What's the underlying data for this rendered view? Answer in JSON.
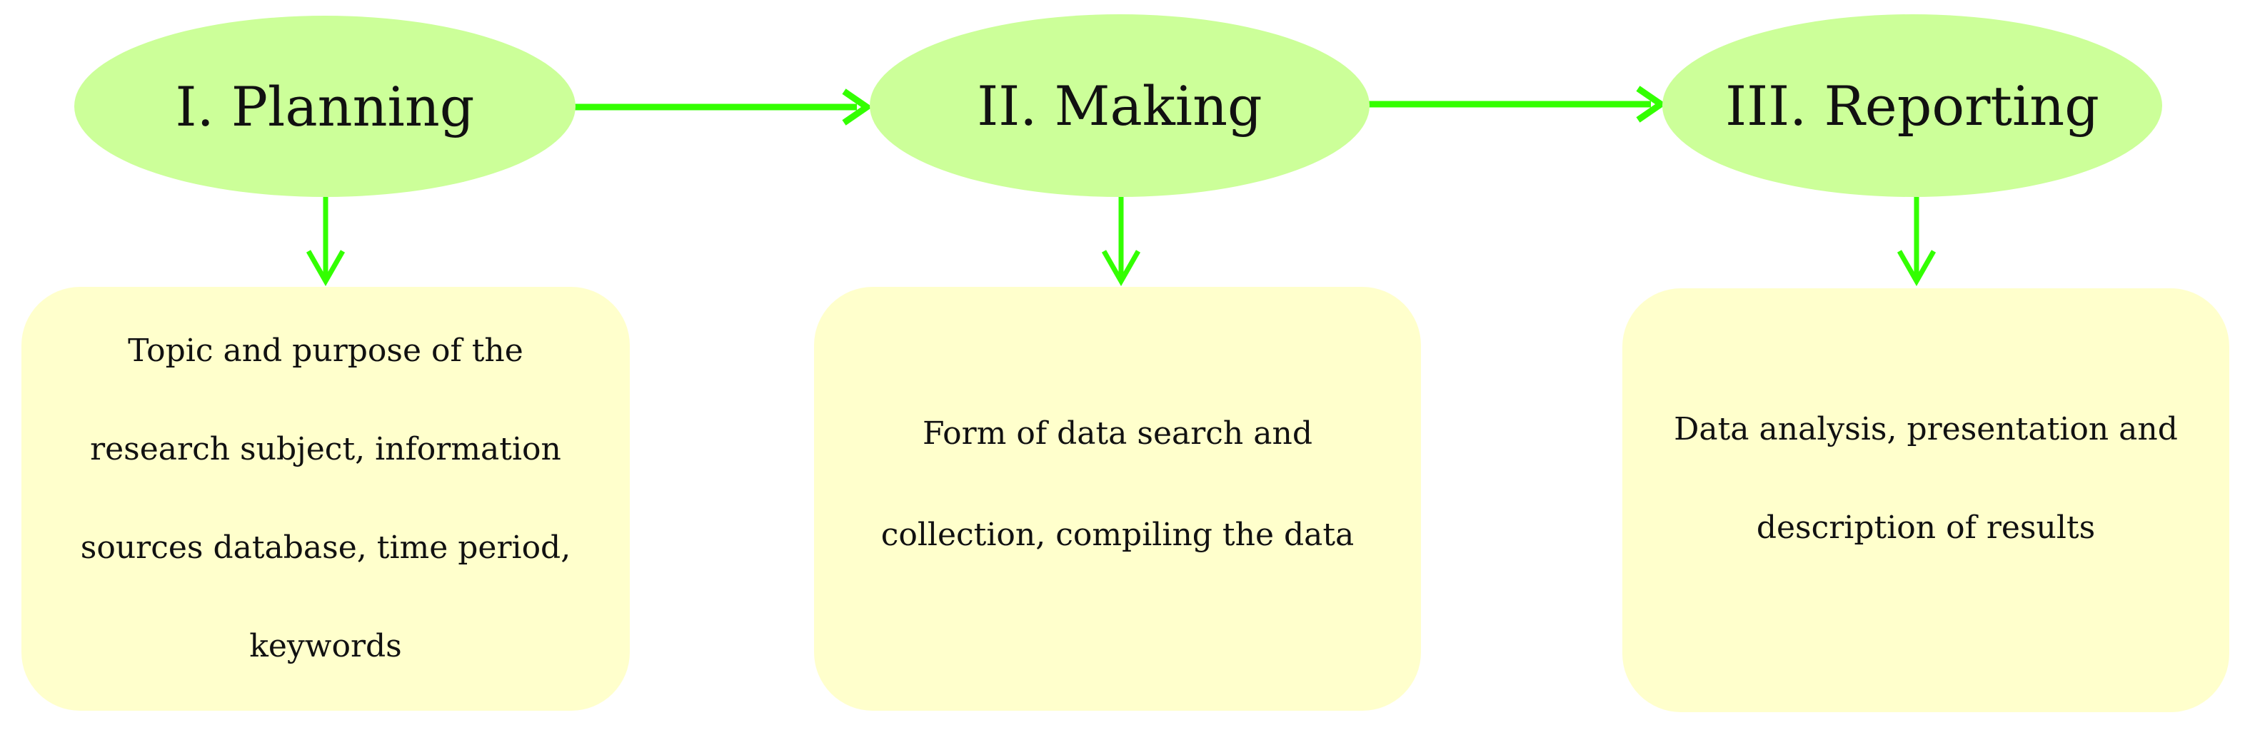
{
  "colors": {
    "stage_fill": "#ccff99",
    "card_fill": "#ffffcc",
    "arrow": "#33ff00",
    "text": "#111111"
  },
  "stages": [
    {
      "title": "I. Planning"
    },
    {
      "title": "II. Making"
    },
    {
      "title": "III. Reporting"
    }
  ],
  "cards": [
    {
      "lines": [
        "Topic and purpose of the",
        "research subject, information",
        "sources database, time period,",
        "keywords"
      ]
    },
    {
      "lines": [
        "Form of data search and",
        "collection, compiling the data"
      ]
    },
    {
      "lines": [
        "Data analysis, presentation and",
        "description of results"
      ]
    }
  ]
}
